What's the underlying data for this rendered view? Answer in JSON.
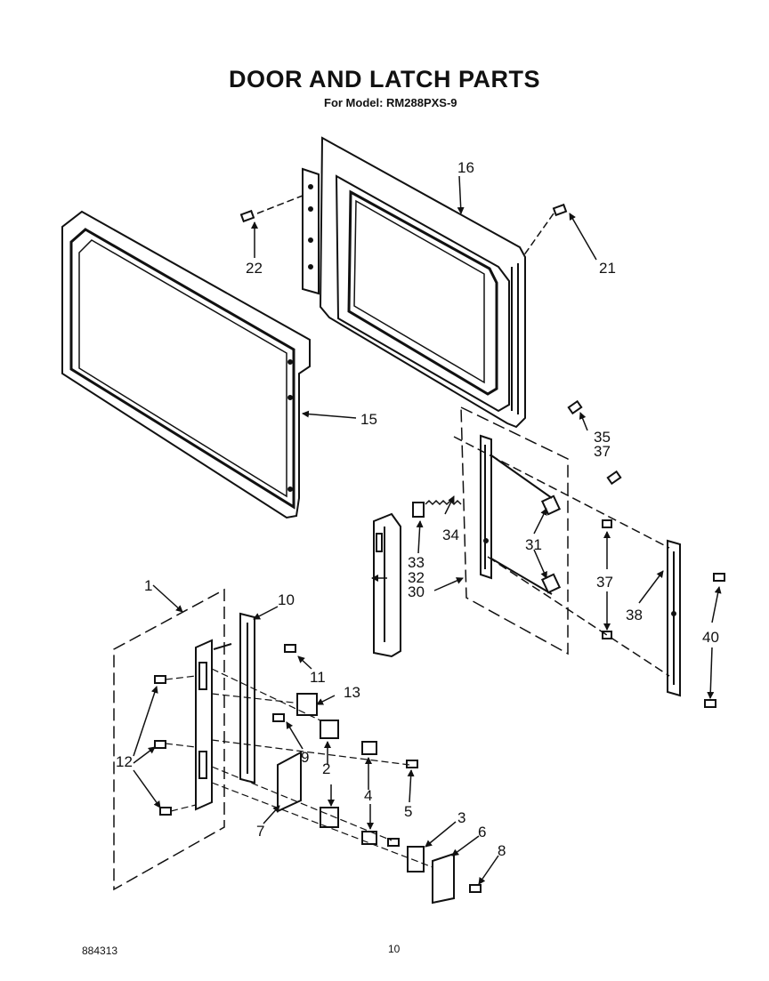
{
  "title": "DOOR AND LATCH PARTS",
  "subtitle": "For Model: RM288PXS-9",
  "footer": {
    "doc_number": "884313",
    "page_number": "10"
  },
  "callouts": {
    "c1": "1",
    "c2": "2",
    "c3": "3",
    "c4": "4",
    "c5": "5",
    "c6": "6",
    "c7": "7",
    "c8": "8",
    "c9": "9",
    "c10": "10",
    "c11": "11",
    "c12": "12",
    "c13": "13",
    "c15": "15",
    "c16": "16",
    "c21": "21",
    "c22": "22",
    "c30": "30",
    "c31": "31",
    "c32": "32",
    "c33": "33",
    "c34": "34",
    "c35": "35",
    "c37a": "37",
    "c37b": "37",
    "c38": "38",
    "c40": "40"
  }
}
